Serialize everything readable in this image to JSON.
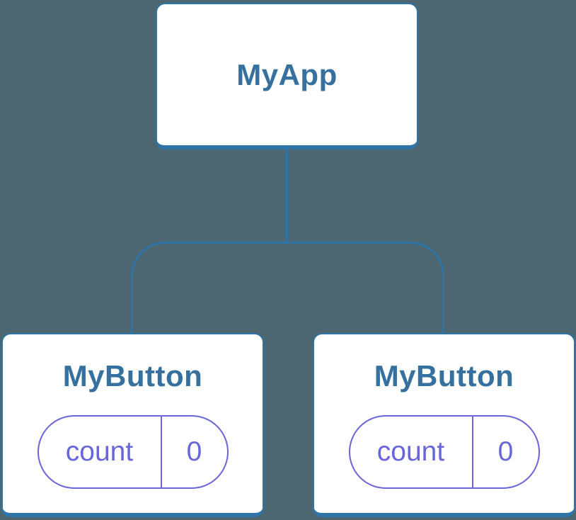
{
  "diagram": {
    "type": "component-tree",
    "root": {
      "label": "MyApp"
    },
    "children": [
      {
        "label": "MyButton",
        "state": {
          "key": "count",
          "value": "0"
        }
      },
      {
        "label": "MyButton",
        "state": {
          "key": "count",
          "value": "0"
        }
      }
    ]
  },
  "colors": {
    "background": "#4C6772",
    "node_fill": "#ffffff",
    "node_border": "#2E74A6",
    "connector": "#2E74A6",
    "title_text": "#35709E",
    "state_accent": "#6966D9"
  }
}
